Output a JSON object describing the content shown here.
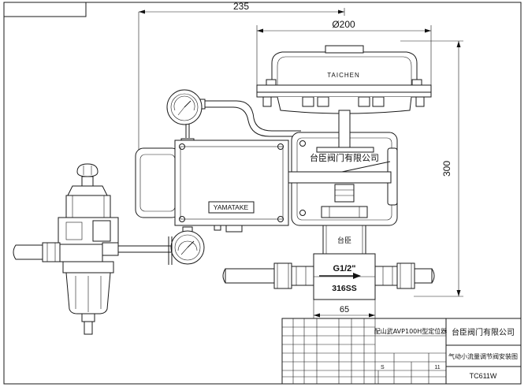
{
  "dimensions": {
    "width_total": "235",
    "diameter": "Ø200",
    "height": "300",
    "bottom_width": "65"
  },
  "labels": {
    "actuator_brand": "TAICHEN",
    "positioner_brand": "YAMATAKE",
    "company_name": "台臣阀门有限公司",
    "neck_label": "台臣",
    "connection_size": "G1/2\"",
    "body_material": "316SS"
  },
  "title_block": {
    "positioner_spec": "配山武AVP100H型定位器",
    "company": "台臣阀门有限公司",
    "drawing_title": "气动小流量调节阀安装图",
    "drawing_number": "TC611W",
    "code_s": "S",
    "sheet_value": "11"
  }
}
